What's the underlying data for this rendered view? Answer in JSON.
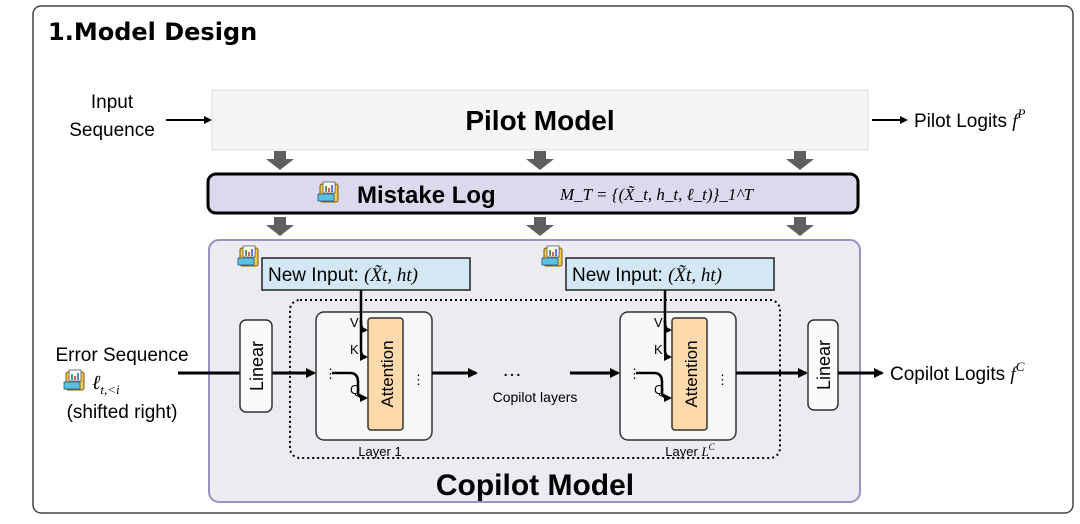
{
  "title": "1.Model Design",
  "pilot": {
    "input_line1": "Input",
    "input_line2": "Sequence",
    "name": "Pilot Model",
    "output_label": "Pilot Logits ",
    "output_symbol": "f",
    "output_sup": "P"
  },
  "mistake_log": {
    "name": "Mistake Log",
    "formula": "M_T = {(X̃_t, h_t, ℓ_t)}_1^T",
    "icon": "log-folder-icon"
  },
  "copilot": {
    "name": "Copilot Model",
    "new_input_label": "New Input: ",
    "new_input_formula": "(X̃t, ht)",
    "error_line1": "Error Sequence",
    "error_symbol": "ℓ",
    "error_sub": "t,<i",
    "error_line3": "(shifted right)",
    "linear": "Linear",
    "attention": "Attention",
    "v": "V",
    "k": "K",
    "q": "Q",
    "dots": "…",
    "vdots": "⋮",
    "layers_label": "Copilot layers",
    "layer1": "Layer 1",
    "layerL": "Layer ",
    "layerL_sym": "L",
    "layerL_sup": "C",
    "output_label": "Copilot Logits ",
    "output_symbol": "f",
    "output_sup": "C"
  },
  "colors": {
    "mistake_log_fill": "#dcd9ef",
    "copilot_fill": "#ebebf1",
    "copilot_stroke": "#9c90c4",
    "new_input_fill": "#d3e8f4",
    "attention_fill": "#fdd9ab",
    "down_arrow": "#5f5f5f"
  }
}
